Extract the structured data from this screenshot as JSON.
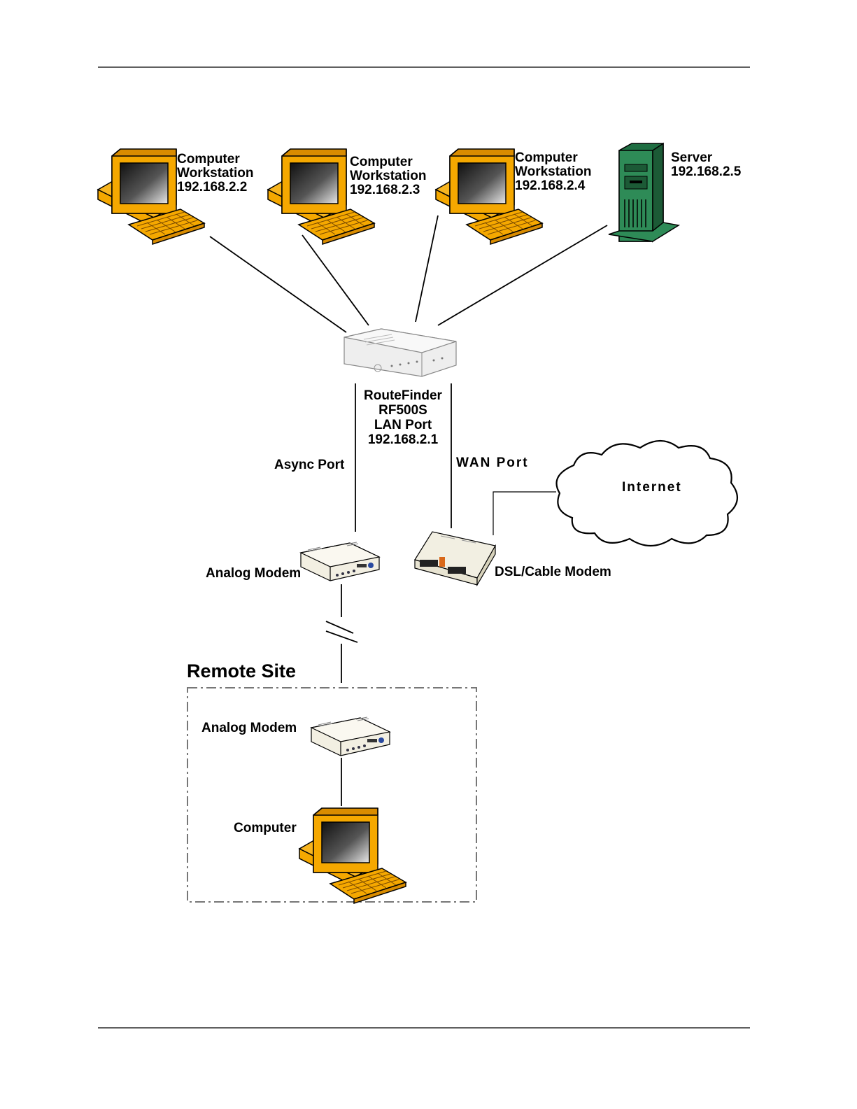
{
  "workstations": [
    {
      "line1": "Computer",
      "line2": "Workstation",
      "ip": "192.168.2.2"
    },
    {
      "line1": "Computer",
      "line2": "Workstation",
      "ip": "192.168.2.3"
    },
    {
      "line1": "Computer",
      "line2": "Workstation",
      "ip": "192.168.2.4"
    }
  ],
  "server": {
    "name": "Server",
    "ip": "192.168.2.5"
  },
  "router": {
    "line1": "RouteFinder",
    "line2": "RF500S",
    "line3": "LAN Port",
    "ip": "192.168.2.1"
  },
  "ports": {
    "async": "Async Port",
    "wan": "WAN Port"
  },
  "internet": "Internet",
  "analog_modem": "Analog Modem",
  "dsl_modem": "DSL/Cable Modem",
  "remote_site": {
    "title": "Remote Site",
    "modem": "Analog Modem",
    "computer": "Computer"
  },
  "colors": {
    "computer": "#f5a800",
    "server": "#2e8b57",
    "modem": "#f2efe2",
    "line": "#000000"
  }
}
